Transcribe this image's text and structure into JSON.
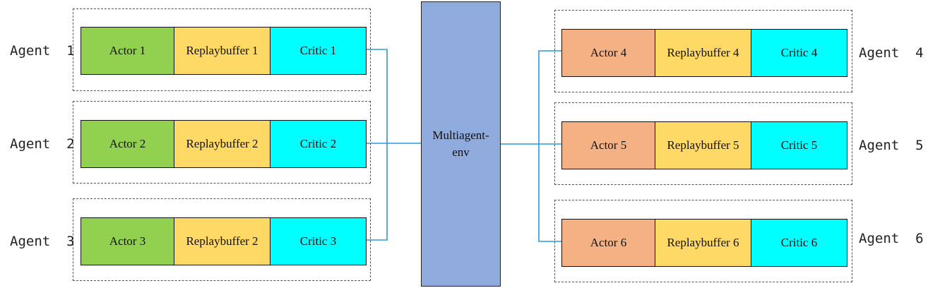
{
  "colors": {
    "actor_left": "#92d050",
    "actor_right": "#f4b183",
    "replaybuffer": "#ffd966",
    "critic": "#00ffff",
    "env": "#8faadc",
    "wire": "#2e9bd6"
  },
  "environment": {
    "label": "Multiagent-env"
  },
  "left_agents": [
    {
      "agent": "Agent  1",
      "actor": "Actor 1",
      "buffer": "Replaybuffer 1",
      "critic": "Critic 1"
    },
    {
      "agent": "Agent  2",
      "actor": "Actor 2",
      "buffer": "Replaybuffer 2",
      "critic": "Critic 2"
    },
    {
      "agent": "Agent  3",
      "actor": "Actor 3",
      "buffer": "Replaybuffer 2",
      "critic": "Critic 3"
    }
  ],
  "right_agents": [
    {
      "agent": "Agent  4",
      "actor": "Actor 4",
      "buffer": "Replaybuffer 4",
      "critic": "Critic 4"
    },
    {
      "agent": "Agent  5",
      "actor": "Actor 5",
      "buffer": "Replaybuffer 5",
      "critic": "Critic 5"
    },
    {
      "agent": "Agent  6",
      "actor": "Actor 6",
      "buffer": "Replaybuffer 6",
      "critic": "Critic 6"
    }
  ]
}
